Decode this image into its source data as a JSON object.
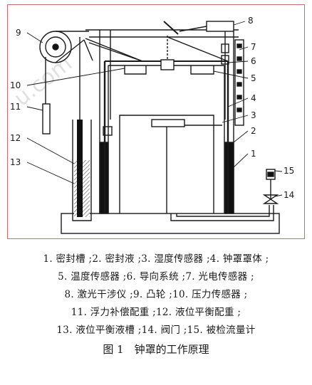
{
  "diagram": {
    "callouts": [
      "1",
      "2",
      "3",
      "4",
      "5",
      "6",
      "7",
      "8",
      "9",
      "10",
      "11",
      "12",
      "13",
      "14",
      "15"
    ],
    "watermark_text": "u.com"
  },
  "legend": {
    "lines": [
      "1. 密封槽 ;2. 密封液 ;3. 湿度传感器 ;4. 钟罩罩体 ;",
      "5. 温度传感器 ;6. 导向系统 ;7. 光电传感器 ;",
      "8. 激光干涉仪 ;9. 凸轮 ;10. 压力传感器 ;",
      "11. 浮力补偿配重 ;12. 液位平衡配重 ;",
      "13. 液位平衡液槽 ;14. 阀门 ;15. 被检流量计"
    ],
    "caption": "图 1　钟罩的工作原理"
  },
  "colors": {
    "frame_border": "#d06a6a",
    "line": "#1a1a1a",
    "fill_dark": "#111111"
  }
}
